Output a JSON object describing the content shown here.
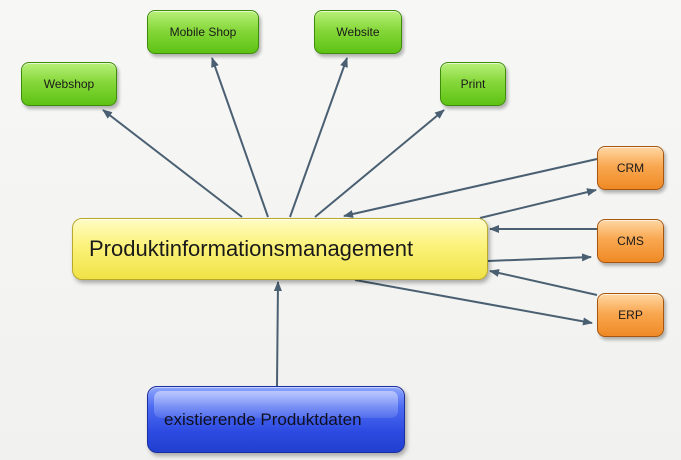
{
  "nodes": {
    "center": "Produktinformationsmanagement",
    "source": "existierende Produktdaten",
    "webshop": "Webshop",
    "mobile_shop": "Mobile Shop",
    "website": "Website",
    "print": "Print",
    "crm": "CRM",
    "cms": "CMS",
    "erp": "ERP"
  },
  "colors": {
    "output_channel": "#7ed32f",
    "external_system": "#f59a3c",
    "central_hub": "#f7ee63",
    "data_source": "#3a5ae6",
    "arrow": "#4a6072"
  }
}
